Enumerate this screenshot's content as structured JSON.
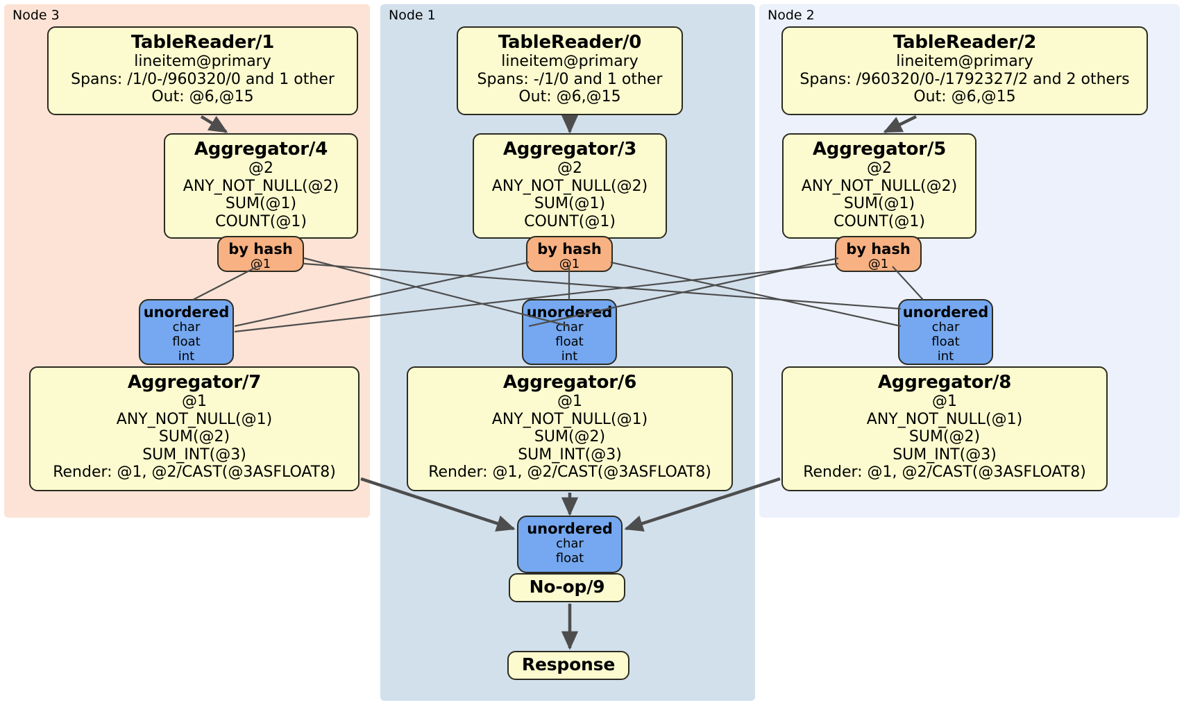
{
  "diagram": {
    "title": "Distributed query plan",
    "colors": {
      "node3_panel": "#fce3d5",
      "node1_panel": "#d2e0ec",
      "node2_panel": "#ecf1fb",
      "processor_fill": "#fbfbcf",
      "hash_router_fill": "#f7b183",
      "unordered_router_fill": "#75a8f0",
      "edge_stroke": "#4d4d4d",
      "border": "#2b2b20"
    }
  },
  "nodes": [
    {
      "id": "node3",
      "label": "Node 3"
    },
    {
      "id": "node1",
      "label": "Node 1"
    },
    {
      "id": "node2",
      "label": "Node 2"
    }
  ],
  "processors": {
    "table_reader_1": {
      "title": "TableReader/1",
      "lines": [
        "lineitem@primary",
        "Spans: /1/0-/960320/0 and 1 other",
        "Out: @6,@15"
      ]
    },
    "table_reader_0": {
      "title": "TableReader/0",
      "lines": [
        "lineitem@primary",
        "Spans: -/1/0 and 1 other",
        "Out: @6,@15"
      ]
    },
    "table_reader_2": {
      "title": "TableReader/2",
      "lines": [
        "lineitem@primary",
        "Spans: /960320/0-/1792327/2 and 2 others",
        "Out: @6,@15"
      ]
    },
    "aggregator_4": {
      "title": "Aggregator/4",
      "lines": [
        "@2",
        "ANY_NOT_NULL(@2)",
        "SUM(@1)",
        "COUNT(@1)"
      ]
    },
    "aggregator_3": {
      "title": "Aggregator/3",
      "lines": [
        "@2",
        "ANY_NOT_NULL(@2)",
        "SUM(@1)",
        "COUNT(@1)"
      ]
    },
    "aggregator_5": {
      "title": "Aggregator/5",
      "lines": [
        "@2",
        "ANY_NOT_NULL(@2)",
        "SUM(@1)",
        "COUNT(@1)"
      ]
    },
    "aggregator_7": {
      "title": "Aggregator/7",
      "lines": [
        "@1",
        "ANY_NOT_NULL(@1)",
        "SUM(@2)",
        "SUM_INT(@3)",
        "Render: @1, @2/CAST(@3ASFLOAT8)"
      ]
    },
    "aggregator_6": {
      "title": "Aggregator/6",
      "lines": [
        "@1",
        "ANY_NOT_NULL(@1)",
        "SUM(@2)",
        "SUM_INT(@3)",
        "Render: @1, @2/CAST(@3ASFLOAT8)"
      ]
    },
    "aggregator_8": {
      "title": "Aggregator/8",
      "lines": [
        "@1",
        "ANY_NOT_NULL(@1)",
        "SUM(@2)",
        "SUM_INT(@3)",
        "Render: @1, @2/CAST(@3ASFLOAT8)"
      ]
    },
    "noop_9": {
      "title": "No-op/9",
      "lines": []
    },
    "response": {
      "title": "Response",
      "lines": []
    }
  },
  "routers": {
    "hash_left": {
      "title": "by hash",
      "lines": [
        "@1"
      ]
    },
    "hash_mid": {
      "title": "by hash",
      "lines": [
        "@1"
      ]
    },
    "hash_right": {
      "title": "by hash",
      "lines": [
        "@1"
      ]
    },
    "unordered_left": {
      "title": "unordered",
      "lines": [
        "char",
        "float",
        "int"
      ]
    },
    "unordered_mid": {
      "title": "unordered",
      "lines": [
        "char",
        "float",
        "int"
      ]
    },
    "unordered_right": {
      "title": "unordered",
      "lines": [
        "char",
        "float",
        "int"
      ]
    },
    "unordered_final": {
      "title": "unordered",
      "lines": [
        "char",
        "float"
      ]
    }
  }
}
